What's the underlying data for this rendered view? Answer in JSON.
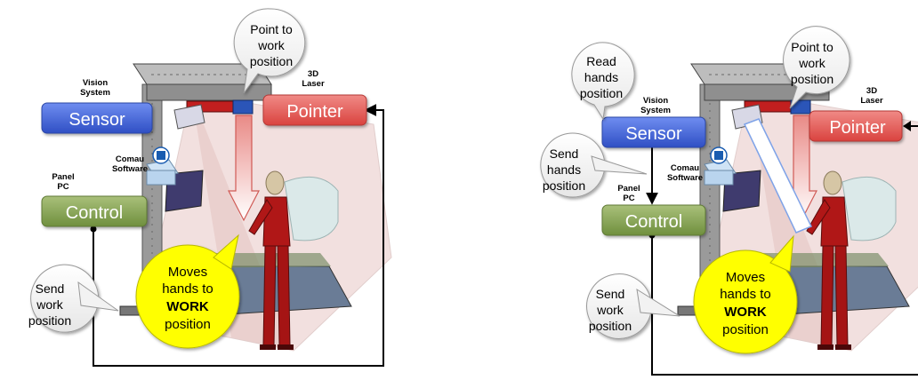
{
  "colors": {
    "sensor": "#3d5fd6",
    "pointer": "#e25a57",
    "control": "#7f9e4d",
    "yellow_bubble": "#ffff00",
    "line": "#000000",
    "beam": "#f3b3b0"
  },
  "left": {
    "sensor": "Sensor",
    "pointer": "Pointer",
    "control": "Control",
    "vision_line1": "Vision",
    "vision_line2": "System",
    "laser_line1": "3D",
    "laser_line2": "Laser",
    "panel_line1": "Panel",
    "panel_line2": "PC",
    "comau_line1": "Comau",
    "comau_line2": "Software",
    "bubble_point": [
      "Point to",
      "work",
      "position"
    ],
    "bubble_send": [
      "Send",
      "work",
      "position"
    ],
    "bubble_moves": [
      "Moves",
      "hands to",
      "WORK",
      "position"
    ]
  },
  "right": {
    "sensor": "Sensor",
    "pointer": "Pointer",
    "control": "Control",
    "vision_line1": "Vision",
    "vision_line2": "System",
    "laser_line1": "3D",
    "laser_line2": "Laser",
    "panel_line1": "Panel",
    "panel_line2": "PC",
    "comau_line1": "Comau",
    "comau_line2": "Software",
    "bubble_read": [
      "Read",
      "hands",
      "position"
    ],
    "bubble_send_hands": [
      "Send",
      "hands",
      "position"
    ],
    "bubble_point": [
      "Point to",
      "work",
      "position"
    ],
    "bubble_send": [
      "Send",
      "work",
      "position"
    ],
    "bubble_moves": [
      "Moves",
      "hands to",
      "WORK",
      "position"
    ]
  }
}
